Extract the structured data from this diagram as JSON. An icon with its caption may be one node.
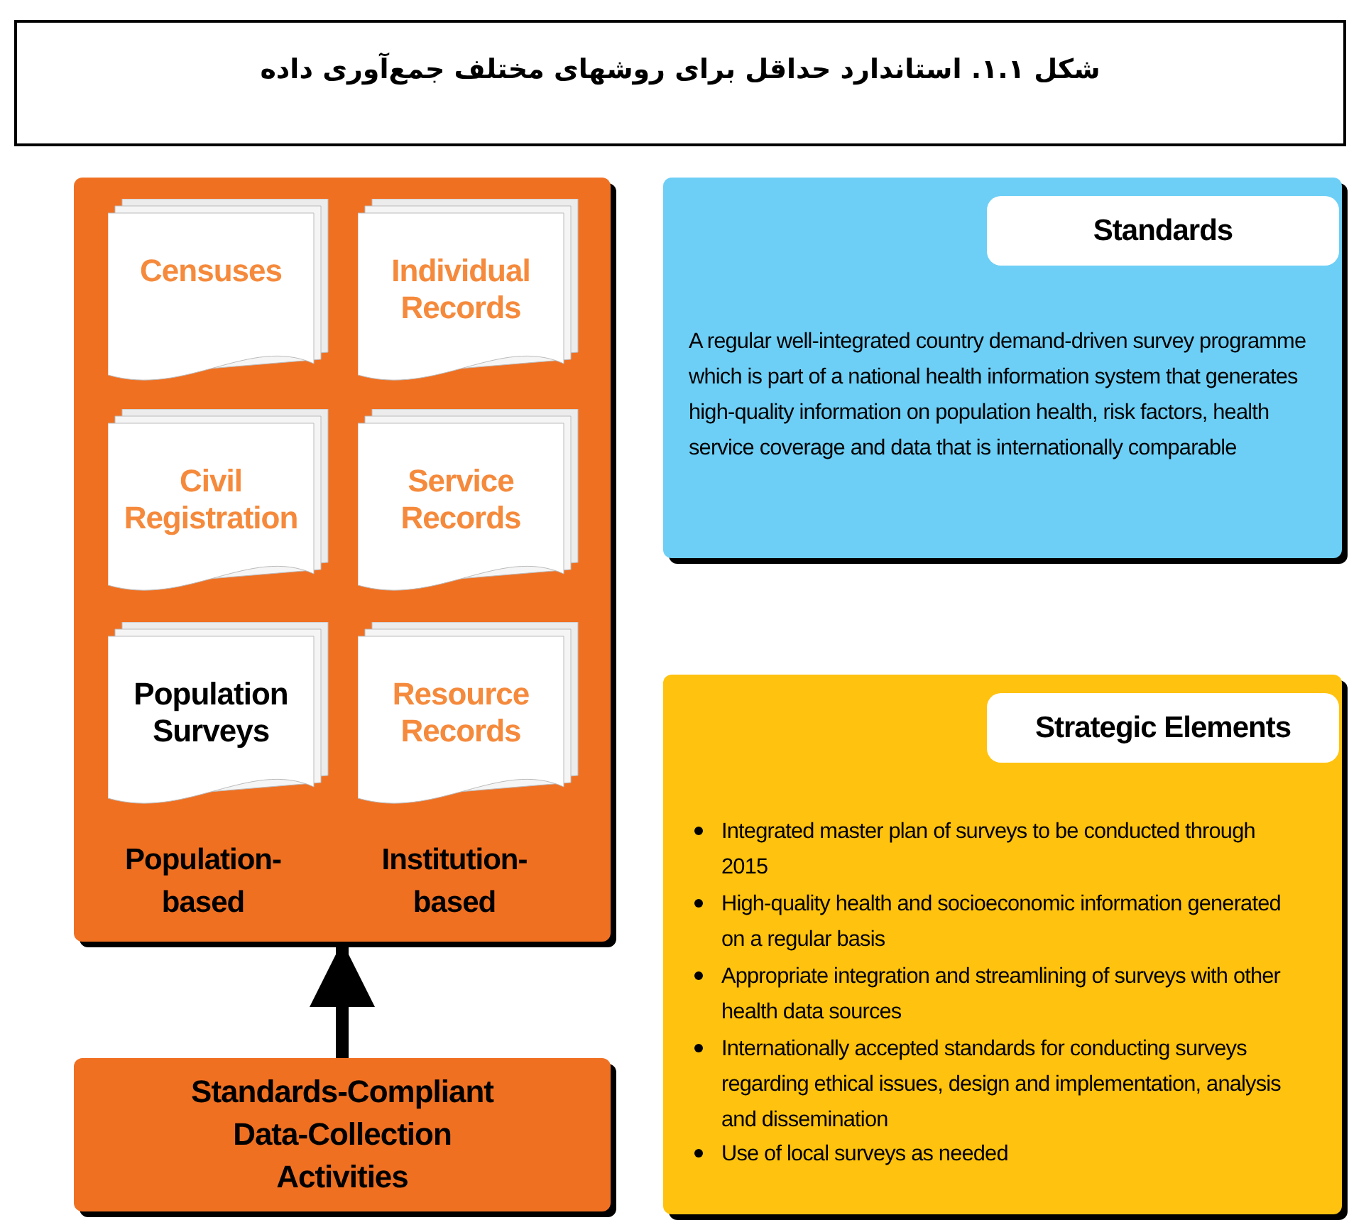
{
  "diagram": {
    "title": "شکل ۱.۱. استاندارد حداقل برای روشهای مختلف جمع‌آوری داده",
    "nodes": [
      {
        "text": [
          "Population-based",
          "Institution-based"
        ]
      },
      {
        "text": [
          "Censuses"
        ],
        "in": 0
      },
      {
        "text": [
          "Individual Records"
        ],
        "in": 0
      },
      {
        "text": [
          "Civil Registration"
        ],
        "in": 0
      },
      {
        "text": [
          "Service Records"
        ],
        "in": 0
      },
      {
        "text": [
          "Population Surveys"
        ],
        "in": 0
      },
      {
        "text": [
          "Resource Records"
        ],
        "in": 0
      },
      {
        "text": [
          "Standards",
          "A regular well-integrated country demand-driven survey programme which is part of a national health information system that generates high-quality information on population health, risk factors, health service coverage and data that is internationally comparable"
        ]
      },
      {
        "text": [
          "Strategic Elements",
          "Integrated master plan of surveys to be conducted through 2015",
          "High-quality health and socioeconomic information generated on a regular basis",
          "Appropriate integration and streamlining of surveys with other health data sources",
          "Internationally accepted standards for conducting surveys regarding ethical issues, design and implementation, analysis and dissemination",
          "Use of local surveys as needed"
        ]
      },
      {
        "text": [
          "Standards-Compliant Data-Collection Activities"
        ]
      }
    ],
    "edges": [
      {
        "from": 9,
        "to": 0,
        "arrow": "to"
      }
    ]
  }
}
